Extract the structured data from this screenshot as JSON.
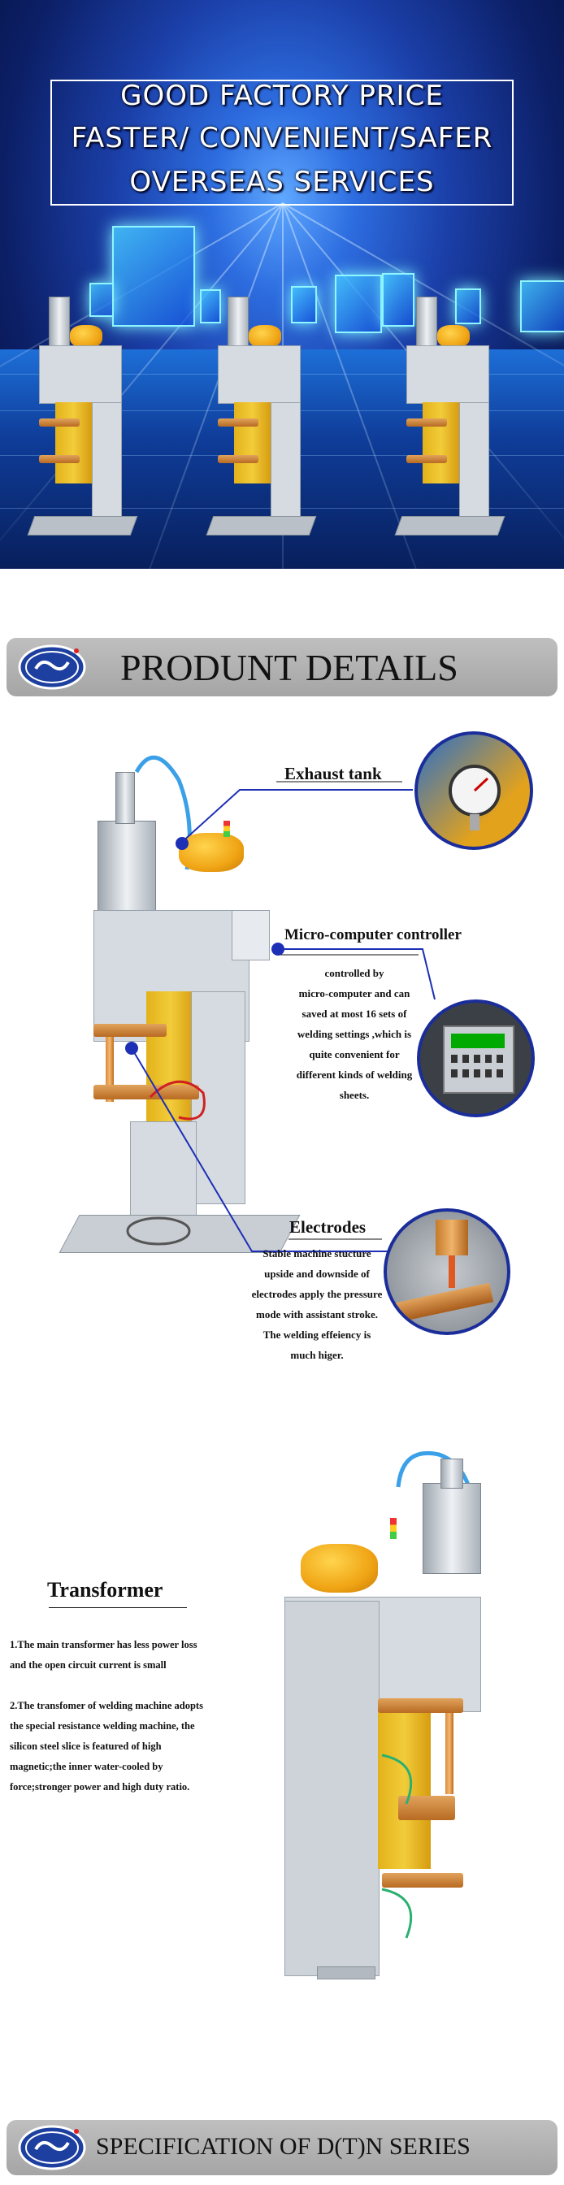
{
  "hero": {
    "line1": "GOOD FACTORY PRICE",
    "line2": "FASTER/ CONVENIENT/SAFER",
    "line3": "OVERSEAS SERVICES"
  },
  "details_banner": {
    "title": "PRODUNT DETAILS"
  },
  "features": {
    "exhaust_tank": {
      "title": "Exhaust tank"
    },
    "controller": {
      "title": "Micro-computer controller",
      "lines": [
        "controlled by",
        "micro-computer and can",
        "saved at most 16 sets of",
        "welding settings ,which is",
        "quite convenient for",
        "different kinds of welding",
        "sheets."
      ]
    },
    "electrodes": {
      "title": "Electrodes",
      "lines": [
        "Stable machine stucture",
        "upside and downside of",
        "electrodes apply the pressure",
        "mode with assistant stroke.",
        "The welding effeiency is",
        "much higer."
      ]
    }
  },
  "transformer": {
    "title": "Transformer",
    "lines": [
      "1.The main transformer has less power loss",
      "and the open circuit current is small",
      "",
      "2.The transfomer of welding machine adopts",
      "the special resistance welding machine, the",
      "silicon steel slice is featured of high",
      "magnetic;the inner water-cooled by",
      "force;stronger power and high duty ratio."
    ]
  },
  "spec_banner": {
    "title": "SPECIFICATION OF D(T)N SERIES"
  },
  "colors": {
    "accent": "#1c2fb5",
    "banner": "#b3b3b3",
    "machine_yellow": "#f2cc3a"
  }
}
